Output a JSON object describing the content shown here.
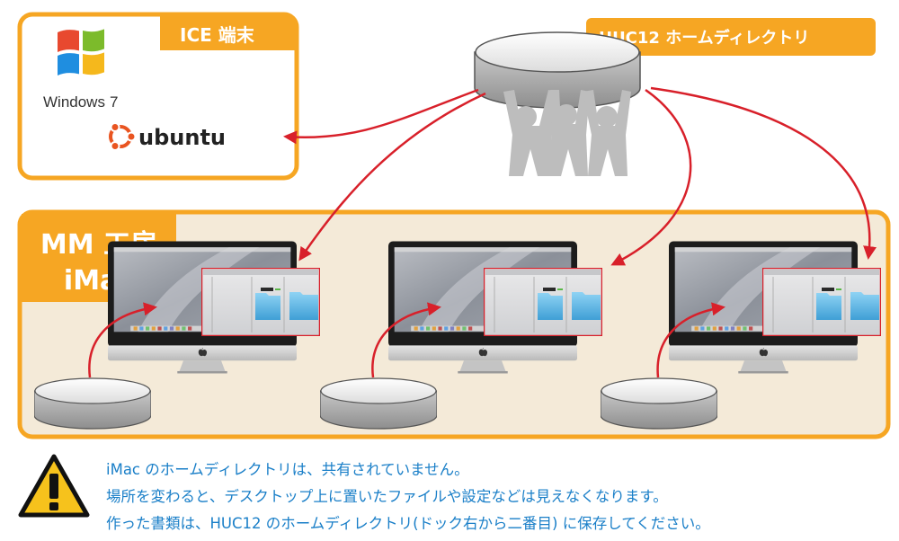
{
  "ice_panel": {
    "badge": "ICE 端末",
    "windows_logo_text": "Windows",
    "windows_version": "7",
    "ubuntu_logo_text": "ubuntu"
  },
  "huc_badge": "HUC12 ホームディレクトリ",
  "mm_panel": {
    "badge_line1": "MM 工房",
    "badge_line2": "iMac"
  },
  "imac_count": 3,
  "colors": {
    "accent_orange": "#f6a623",
    "panel_beige": "#f4ead8",
    "arrow_red": "#d8202a",
    "folder_blue": "#5fb8e6",
    "text_blue": "#1a7fc8",
    "people_gray": "#bdbdbd"
  },
  "icons": [
    "warning-icon",
    "home-server-disk",
    "local-disk",
    "users-icon",
    "apple-logo",
    "folder-icon"
  ],
  "notice": {
    "line1": "iMac のホームディレクトリは、共有されていません。",
    "line2": "場所を変わると、デスクトップ上に置いたファイルや設定などは見えなくなります。",
    "line3": "作った書類は、HUC12 のホームディレクトリ(ドック右から二番目) に保存してください。"
  }
}
